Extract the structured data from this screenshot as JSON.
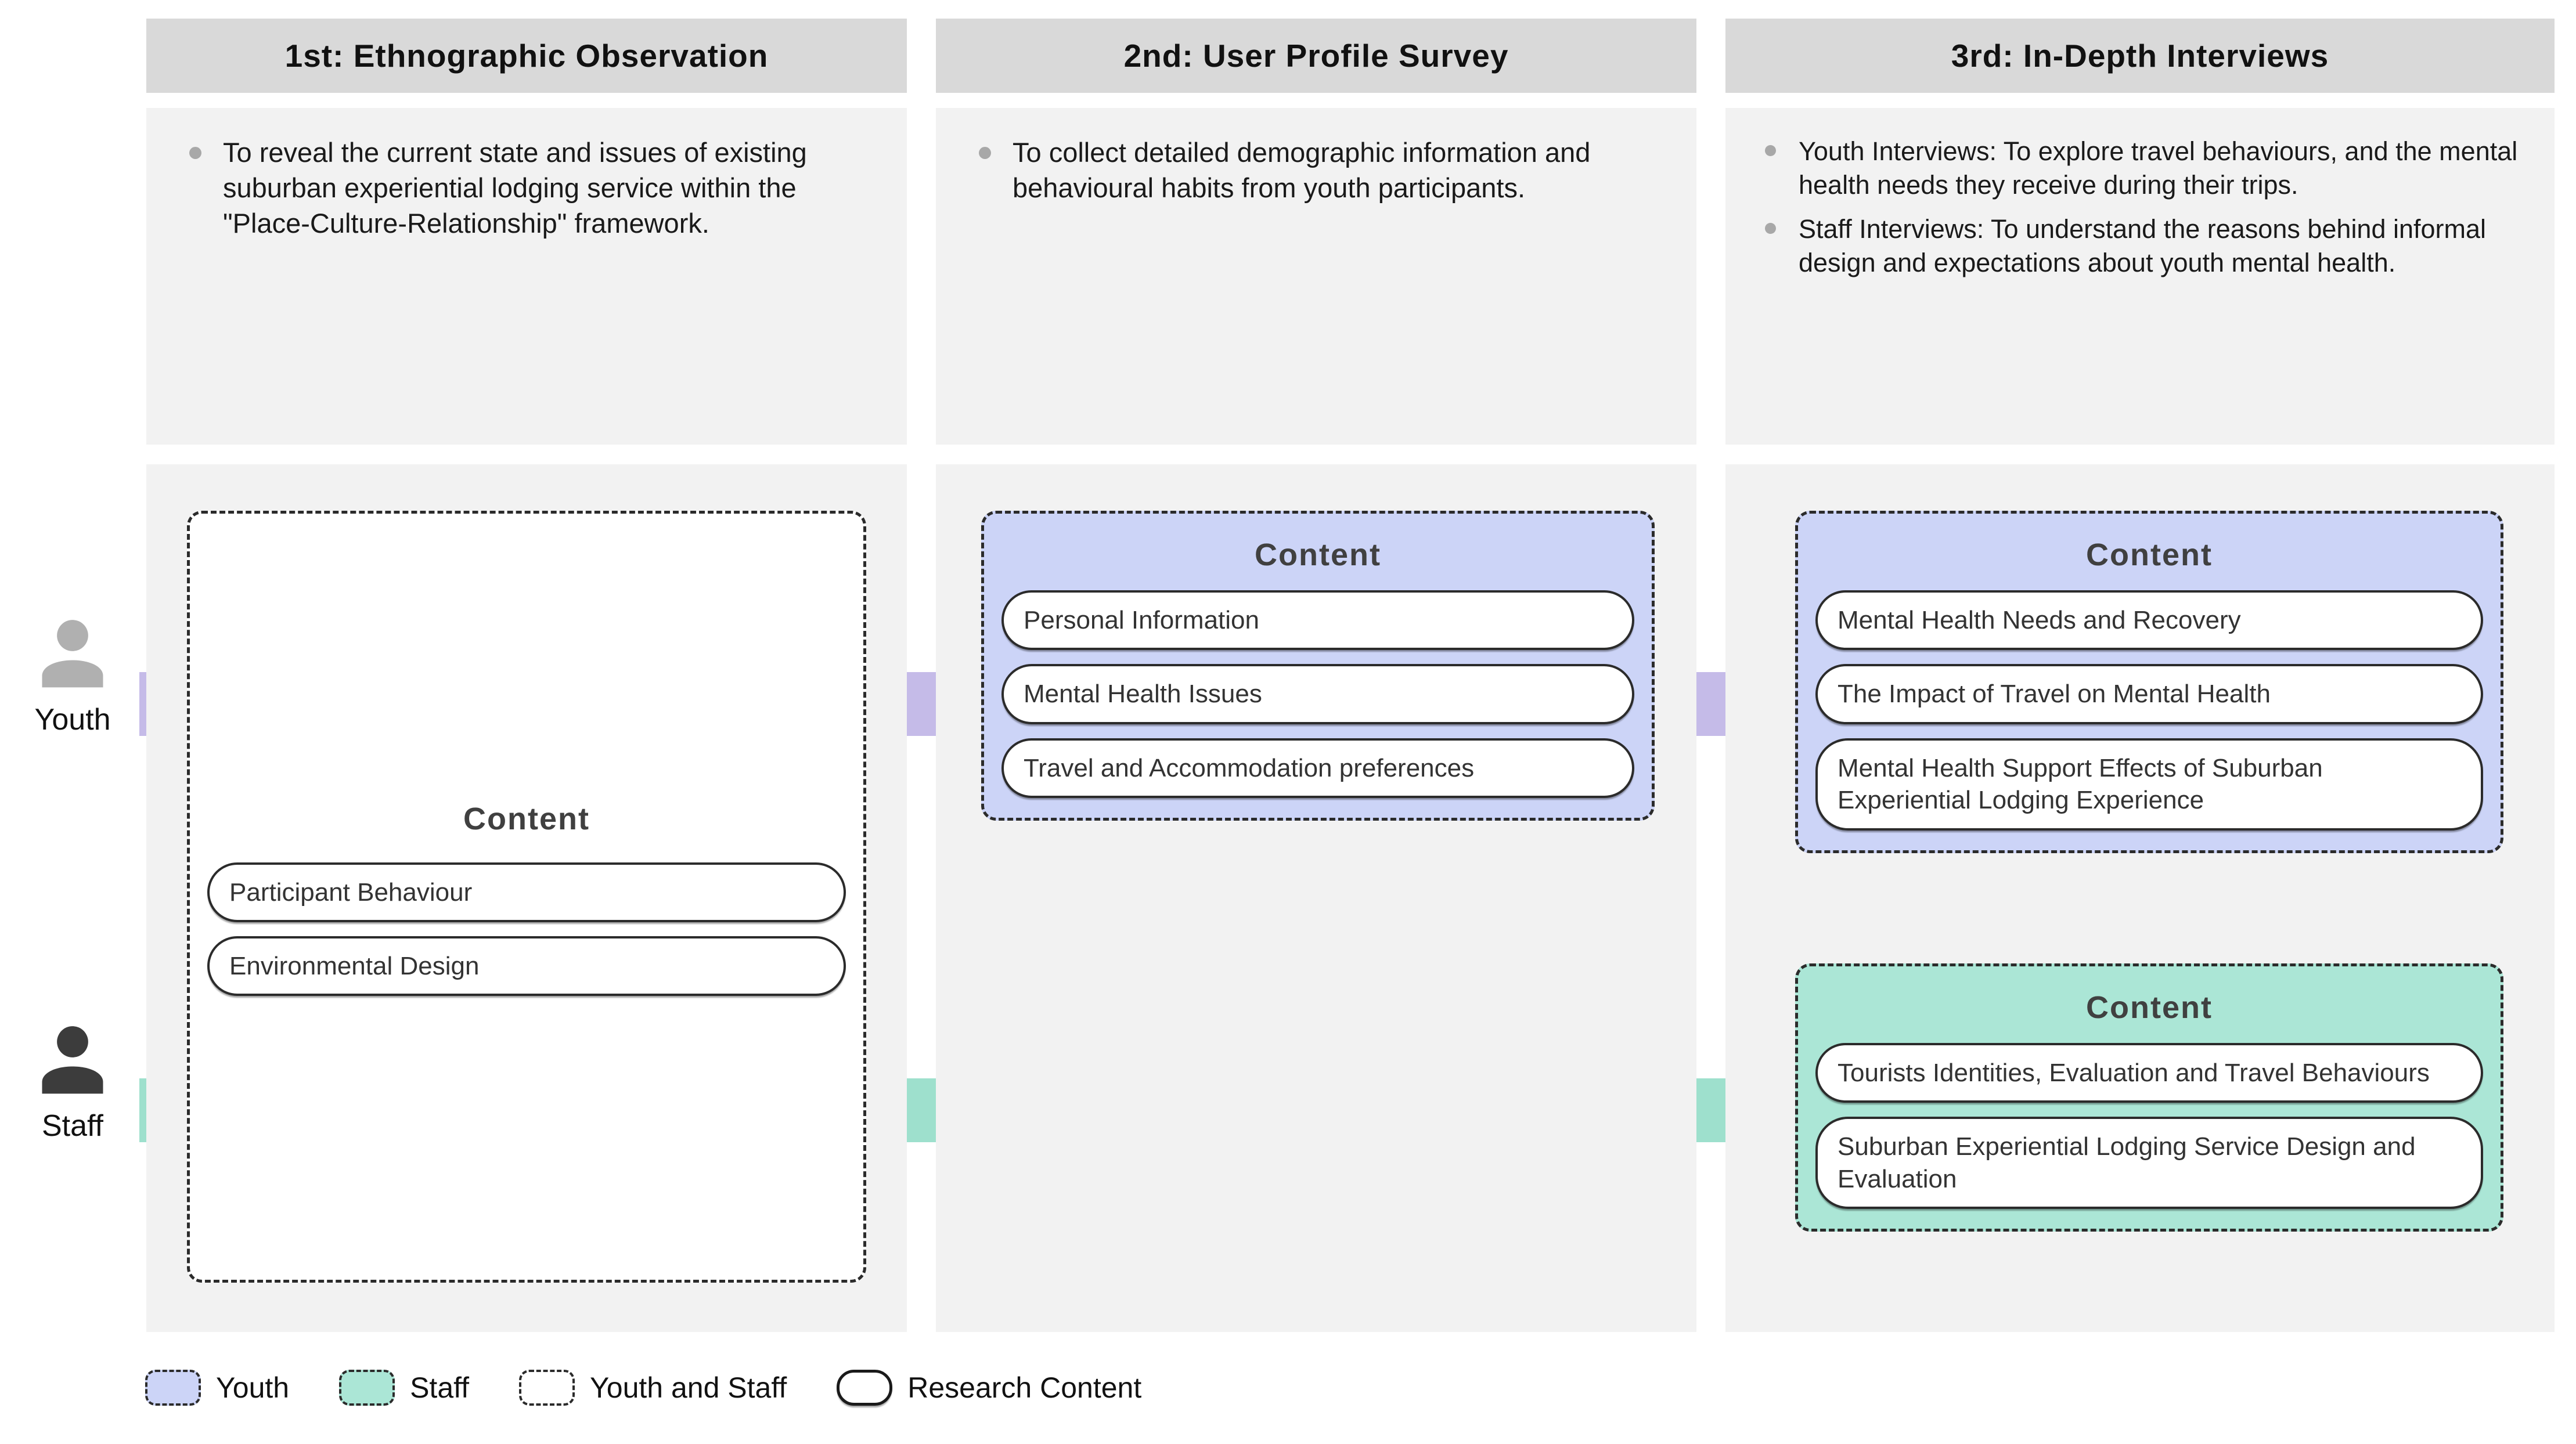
{
  "actors": [
    {
      "id": "youth",
      "label": "Youth",
      "icon": "person-icon",
      "color": "#c5bbe8"
    },
    {
      "id": "staff",
      "label": "Staff",
      "icon": "person-icon",
      "color": "#9ee0cd"
    }
  ],
  "columns": [
    {
      "id": "stage-1",
      "header": "1st: Ethnographic Observation",
      "objectives": [
        "To reveal the current state and issues of existing suburban experiential lodging service within the \"Place-Culture-Relationship\" framework."
      ],
      "groups": [
        {
          "id": "stage-1-content",
          "title": "Content",
          "scope": "youth-and-staff",
          "items": [
            "Participant Behaviour",
            "Environmental Design"
          ]
        }
      ]
    },
    {
      "id": "stage-2",
      "header": "2nd: User Profile Survey",
      "objectives": [
        "To collect detailed demographic information and behavioural habits from youth participants."
      ],
      "groups": [
        {
          "id": "stage-2-content",
          "title": "Content",
          "scope": "youth",
          "items": [
            "Personal Information",
            "Mental Health Issues",
            "Travel and Accommodation preferences"
          ]
        }
      ]
    },
    {
      "id": "stage-3",
      "header": "3rd: In-Depth Interviews",
      "objectives": [
        "Youth Interviews: To explore travel behaviours, and the mental health needs they receive during their trips.",
        "Staff Interviews: To understand the reasons behind informal design and expectations about youth mental health."
      ],
      "groups": [
        {
          "id": "stage-3-youth-content",
          "title": "Content",
          "scope": "youth",
          "items": [
            "Mental Health Needs and Recovery",
            "The Impact of Travel on Mental Health",
            "Mental Health Support Effects of Suburban Experiential Lodging Experience"
          ]
        },
        {
          "id": "stage-3-staff-content",
          "title": "Content",
          "scope": "staff",
          "items": [
            "Tourists Identities, Evaluation and Travel Behaviours",
            "Suburban Experiential Lodging Service Design and Evaluation"
          ]
        }
      ]
    }
  ],
  "legend": [
    {
      "id": "youth",
      "label": "Youth",
      "fill": "#ccd4f7",
      "border": "dashed"
    },
    {
      "id": "staff",
      "label": "Staff",
      "fill": "#abe6d6",
      "border": "dashed"
    },
    {
      "id": "youth-and-staff",
      "label": "Youth and Staff",
      "fill": "#ffffff",
      "border": "dashed"
    },
    {
      "id": "research-content",
      "label": "Research Content",
      "fill": "#ffffff",
      "border": "solid"
    }
  ],
  "colors": {
    "header_bg": "#d9d9d9",
    "panel_bg": "#f2f2f2",
    "youth_band": "#c5bbe8",
    "staff_band": "#9ee0cd",
    "youth_group": "#ccd4f7",
    "staff_group": "#abe6d6"
  }
}
